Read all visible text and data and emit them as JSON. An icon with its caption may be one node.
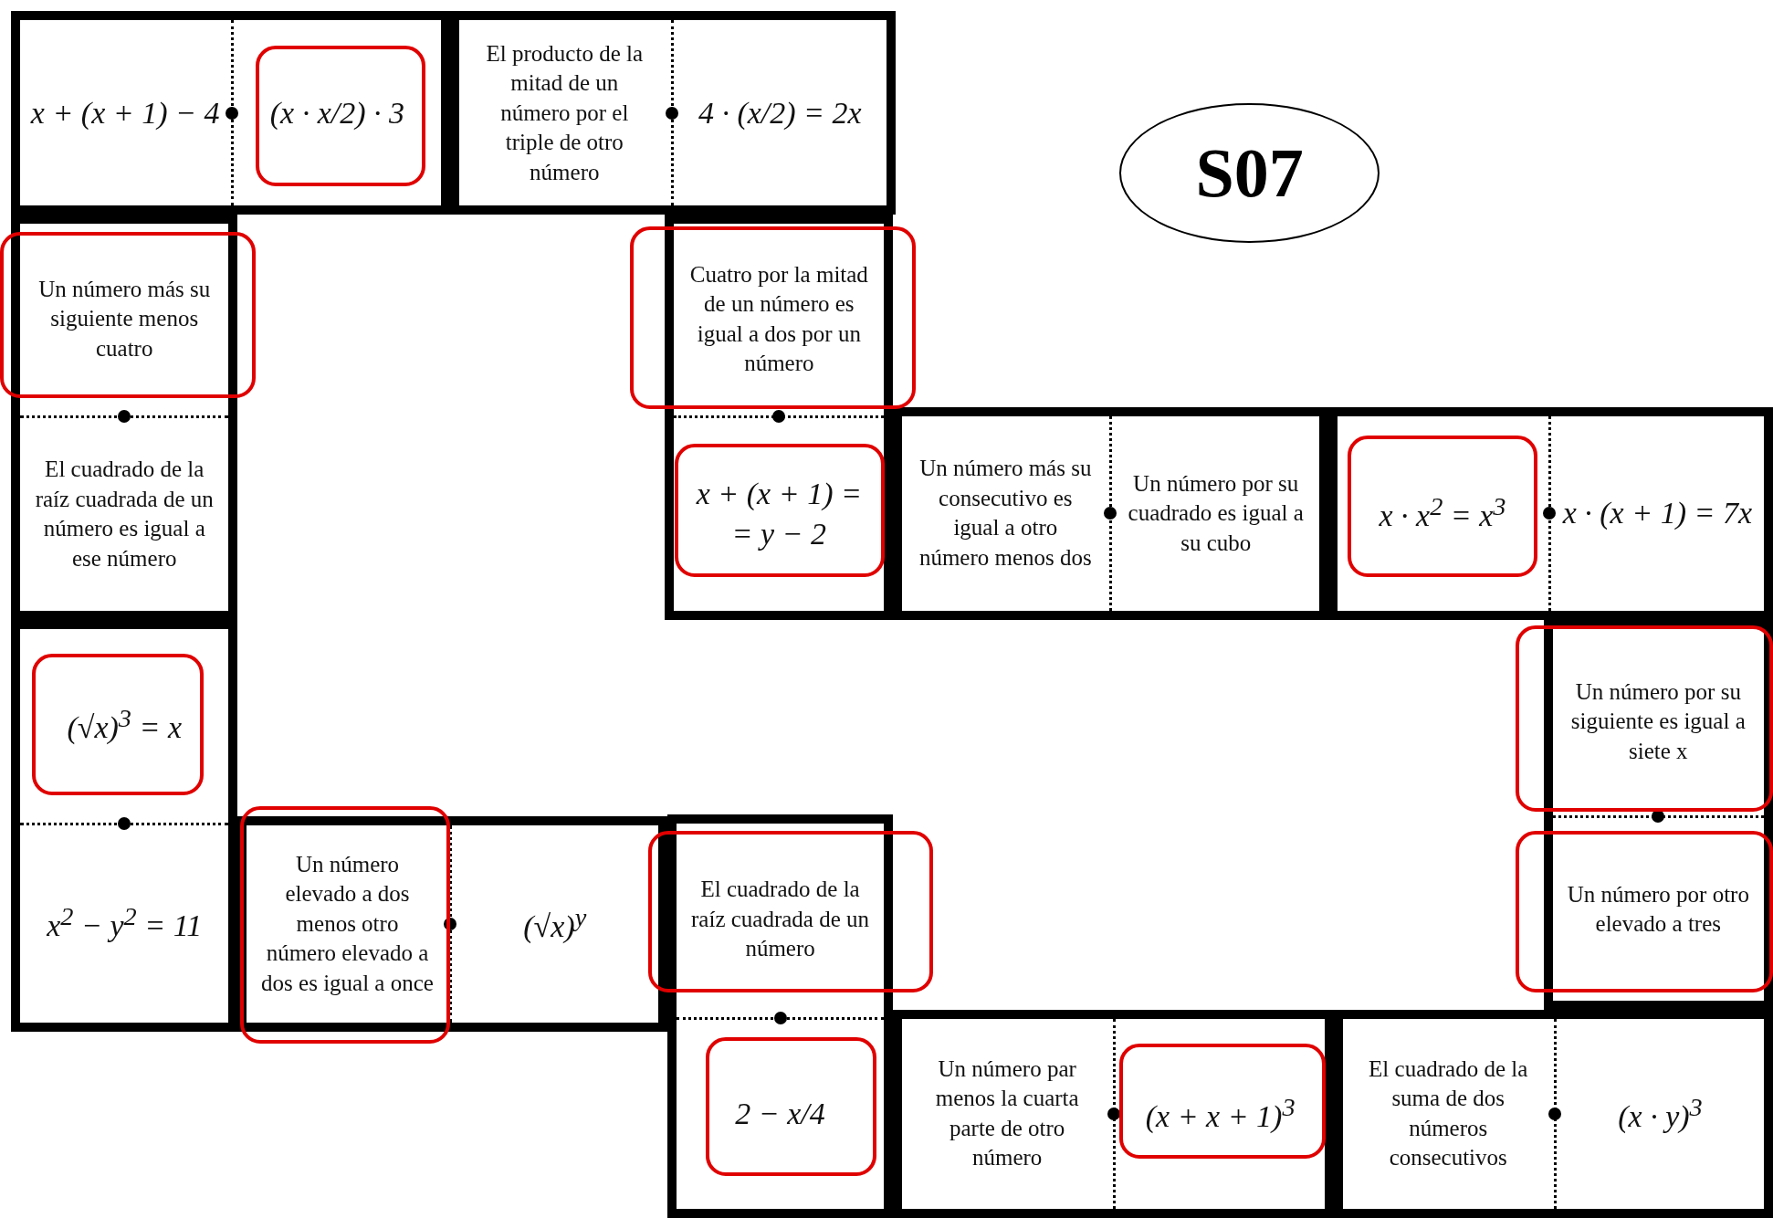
{
  "diagram": {
    "nodes": [
      {
        "text": [],
        "shape": "box"
      },
      {
        "text": [
          "x + (x + 1) − 4"
        ],
        "in": 0
      },
      {
        "text": [
          "(x · x/2) · 3"
        ],
        "in": 0
      },
      {
        "text": [],
        "shape": "box"
      },
      {
        "text": [
          "El producto de la mitad de un número por el triple de otro número"
        ],
        "in": 3
      },
      {
        "text": [
          "4 · (x/2) = 2x"
        ],
        "in": 3
      },
      {
        "text": [
          "S07"
        ]
      },
      {
        "text": [],
        "shape": "box"
      },
      {
        "text": [
          "Un número más su siguiente menos cuatro"
        ],
        "in": 7
      },
      {
        "text": [
          "El cuadrado de la raíz cuadrada de un número es igual a ese número"
        ],
        "in": 7
      },
      {
        "text": [],
        "shape": "box"
      },
      {
        "text": [
          "Cuatro por la mitad de un número es igual a dos por un número"
        ],
        "in": 10
      },
      {
        "text": [
          "x + (x + 1) = = y − 2"
        ],
        "in": 10
      },
      {
        "text": [],
        "shape": "box"
      },
      {
        "text": [
          "Un número más su consecutivo es igual a otro número menos dos"
        ],
        "in": 13
      },
      {
        "text": [
          "Un número por su cuadrado es igual a su cubo"
        ],
        "in": 13
      },
      {
        "text": [],
        "shape": "box"
      },
      {
        "text": [
          "x · x$^{2}$ = x$^{3}$"
        ],
        "in": 16
      },
      {
        "text": [
          "x · (x + 1) = 7x"
        ],
        "in": 16
      },
      {
        "text": [],
        "shape": "box"
      },
      {
        "text": [
          "(√x)$^{3}$ = x"
        ],
        "in": 19
      },
      {
        "text": [
          "x$^{2}$ − y$^{2}$ = 11"
        ],
        "in": 19
      },
      {
        "text": [],
        "shape": "box"
      },
      {
        "text": [
          "Un número elevado a dos menos otro número elevado a dos es igual a once"
        ],
        "in": 22
      },
      {
        "text": [
          "(√x)$^{y}$"
        ],
        "in": 22
      },
      {
        "text": [],
        "shape": "box"
      },
      {
        "text": [
          "El cuadrado de la raíz cuadrada de un número"
        ],
        "in": 25
      },
      {
        "text": [
          "2 − x/4"
        ],
        "in": 25
      },
      {
        "text": [],
        "shape": "box"
      },
      {
        "text": [
          "Un número por su siguiente es igual a siete x"
        ],
        "in": 28
      },
      {
        "text": [
          "Un número por otro elevado a tres"
        ],
        "in": 28
      },
      {
        "text": [],
        "shape": "box"
      },
      {
        "text": [
          "Un número par menos la cuarta parte de otro número"
        ],
        "in": 31
      },
      {
        "text": [
          "(x + x + 1)$^{3}$"
        ],
        "in": 31
      },
      {
        "text": [],
        "shape": "box"
      },
      {
        "text": [
          "El cuadrado de la suma de dos números consecutivos"
        ],
        "in": 34
      },
      {
        "text": [
          "(x · y)$^{3}$"
        ],
        "in": 34
      }
    ]
  }
}
